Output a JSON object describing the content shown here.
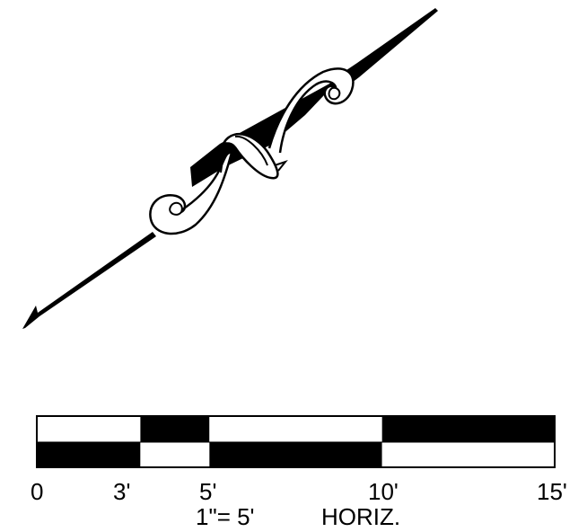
{
  "colors": {
    "ink": "#000000",
    "paper": "#ffffff"
  },
  "drawing": {
    "subject": "twisted-ribbon-fixture-elevation"
  },
  "scale_bar": {
    "tick_labels": [
      "0",
      "3'",
      "5'",
      "10'",
      "15'"
    ],
    "tick_values_ft": [
      0,
      3,
      5,
      10,
      15
    ],
    "scale_text": "1\"= 5'",
    "orientation_text": "HORIZ."
  }
}
